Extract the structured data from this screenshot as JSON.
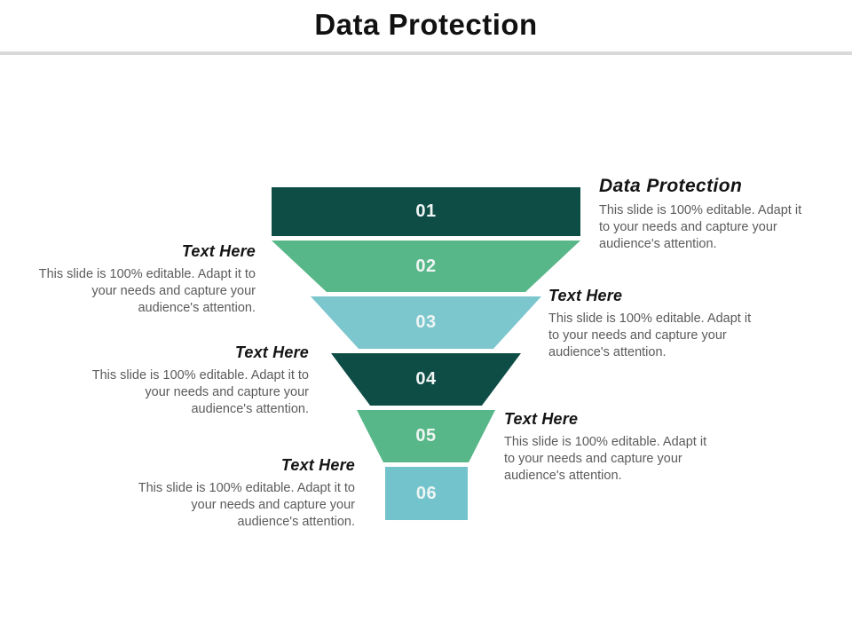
{
  "slide": {
    "title": "Data Protection",
    "colors": {
      "dark_teal": "#0e4c46",
      "green": "#58b788",
      "light_teal": "#7cc6ce",
      "divider_gray": "#d9d9d9",
      "body_text_gray": "#5b5b5b",
      "number_text": "#eef5f3"
    }
  },
  "funnel": {
    "segments": [
      {
        "number": "01",
        "color": "#0e4c46"
      },
      {
        "number": "02",
        "color": "#58b788"
      },
      {
        "number": "03",
        "color": "#7cc6ce"
      },
      {
        "number": "04",
        "color": "#0e4c46"
      },
      {
        "number": "05",
        "color": "#58b788"
      },
      {
        "number": "06",
        "color": "#73c3cc"
      }
    ]
  },
  "annotations": [
    {
      "id": "right-1",
      "heading": "Data Protection",
      "body": "This slide is 100% editable. Adapt it to your needs and capture your audience's attention."
    },
    {
      "id": "left-1",
      "heading": "Text Here",
      "body": "This slide is 100% editable. Adapt it to your needs and capture your audience's attention."
    },
    {
      "id": "right-2",
      "heading": "Text Here",
      "body": "This slide is 100% editable. Adapt it to your needs and capture your audience's attention."
    },
    {
      "id": "left-2",
      "heading": "Text Here",
      "body": "This slide is 100% editable. Adapt it to your needs and capture your audience's attention."
    },
    {
      "id": "right-3",
      "heading": "Text Here",
      "body": "This slide is 100% editable. Adapt it to your needs and capture your audience's attention."
    },
    {
      "id": "left-3",
      "heading": "Text Here",
      "body": "This slide is 100% editable. Adapt it to your needs and capture your audience's attention."
    }
  ]
}
